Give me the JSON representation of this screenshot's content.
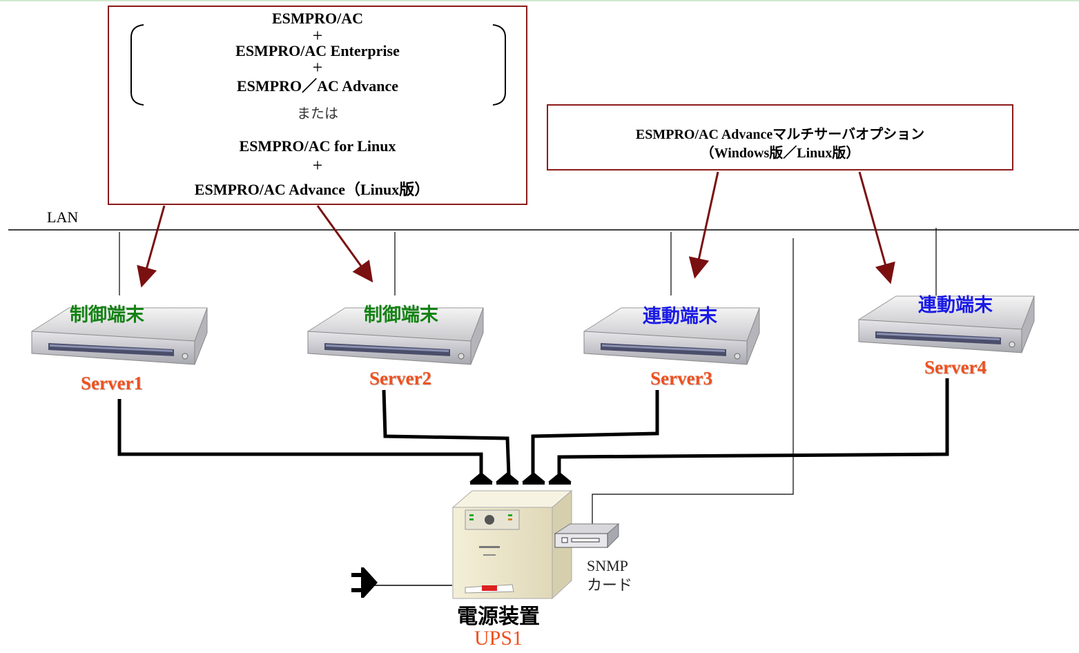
{
  "left_box": {
    "line1": "ESMPRO/AC",
    "plus1": "+",
    "line2": "ESMPRO/AC Enterprise",
    "plus2": "+",
    "line3": "ESMPRO／AC Advance",
    "or_text": "または",
    "line4": "ESMPRO/AC for Linux",
    "plus3": "+",
    "line5": "ESMPRO/AC Advance（Linux版）"
  },
  "right_box": {
    "line1": "ESMPRO/AC Advanceマルチサーバオプション",
    "line2": "（Windows版／Linux版）"
  },
  "lan_label": "LAN",
  "servers": [
    {
      "role": "制御端末",
      "name": "Server1"
    },
    {
      "role": "制御端末",
      "name": "Server2"
    },
    {
      "role": "連動端末",
      "name": "Server3"
    },
    {
      "role": "連動端末",
      "name": "Server4"
    }
  ],
  "snmp": {
    "line1": "SNMP",
    "line2": "カード"
  },
  "ups": {
    "label": "電源装置",
    "name": "UPS1"
  },
  "colors": {
    "box_border": "#8b1a1a",
    "arrow": "#7a1010",
    "control_role": "#148214",
    "linked_role": "#1a1ae6",
    "server_name": "#f0501e"
  }
}
